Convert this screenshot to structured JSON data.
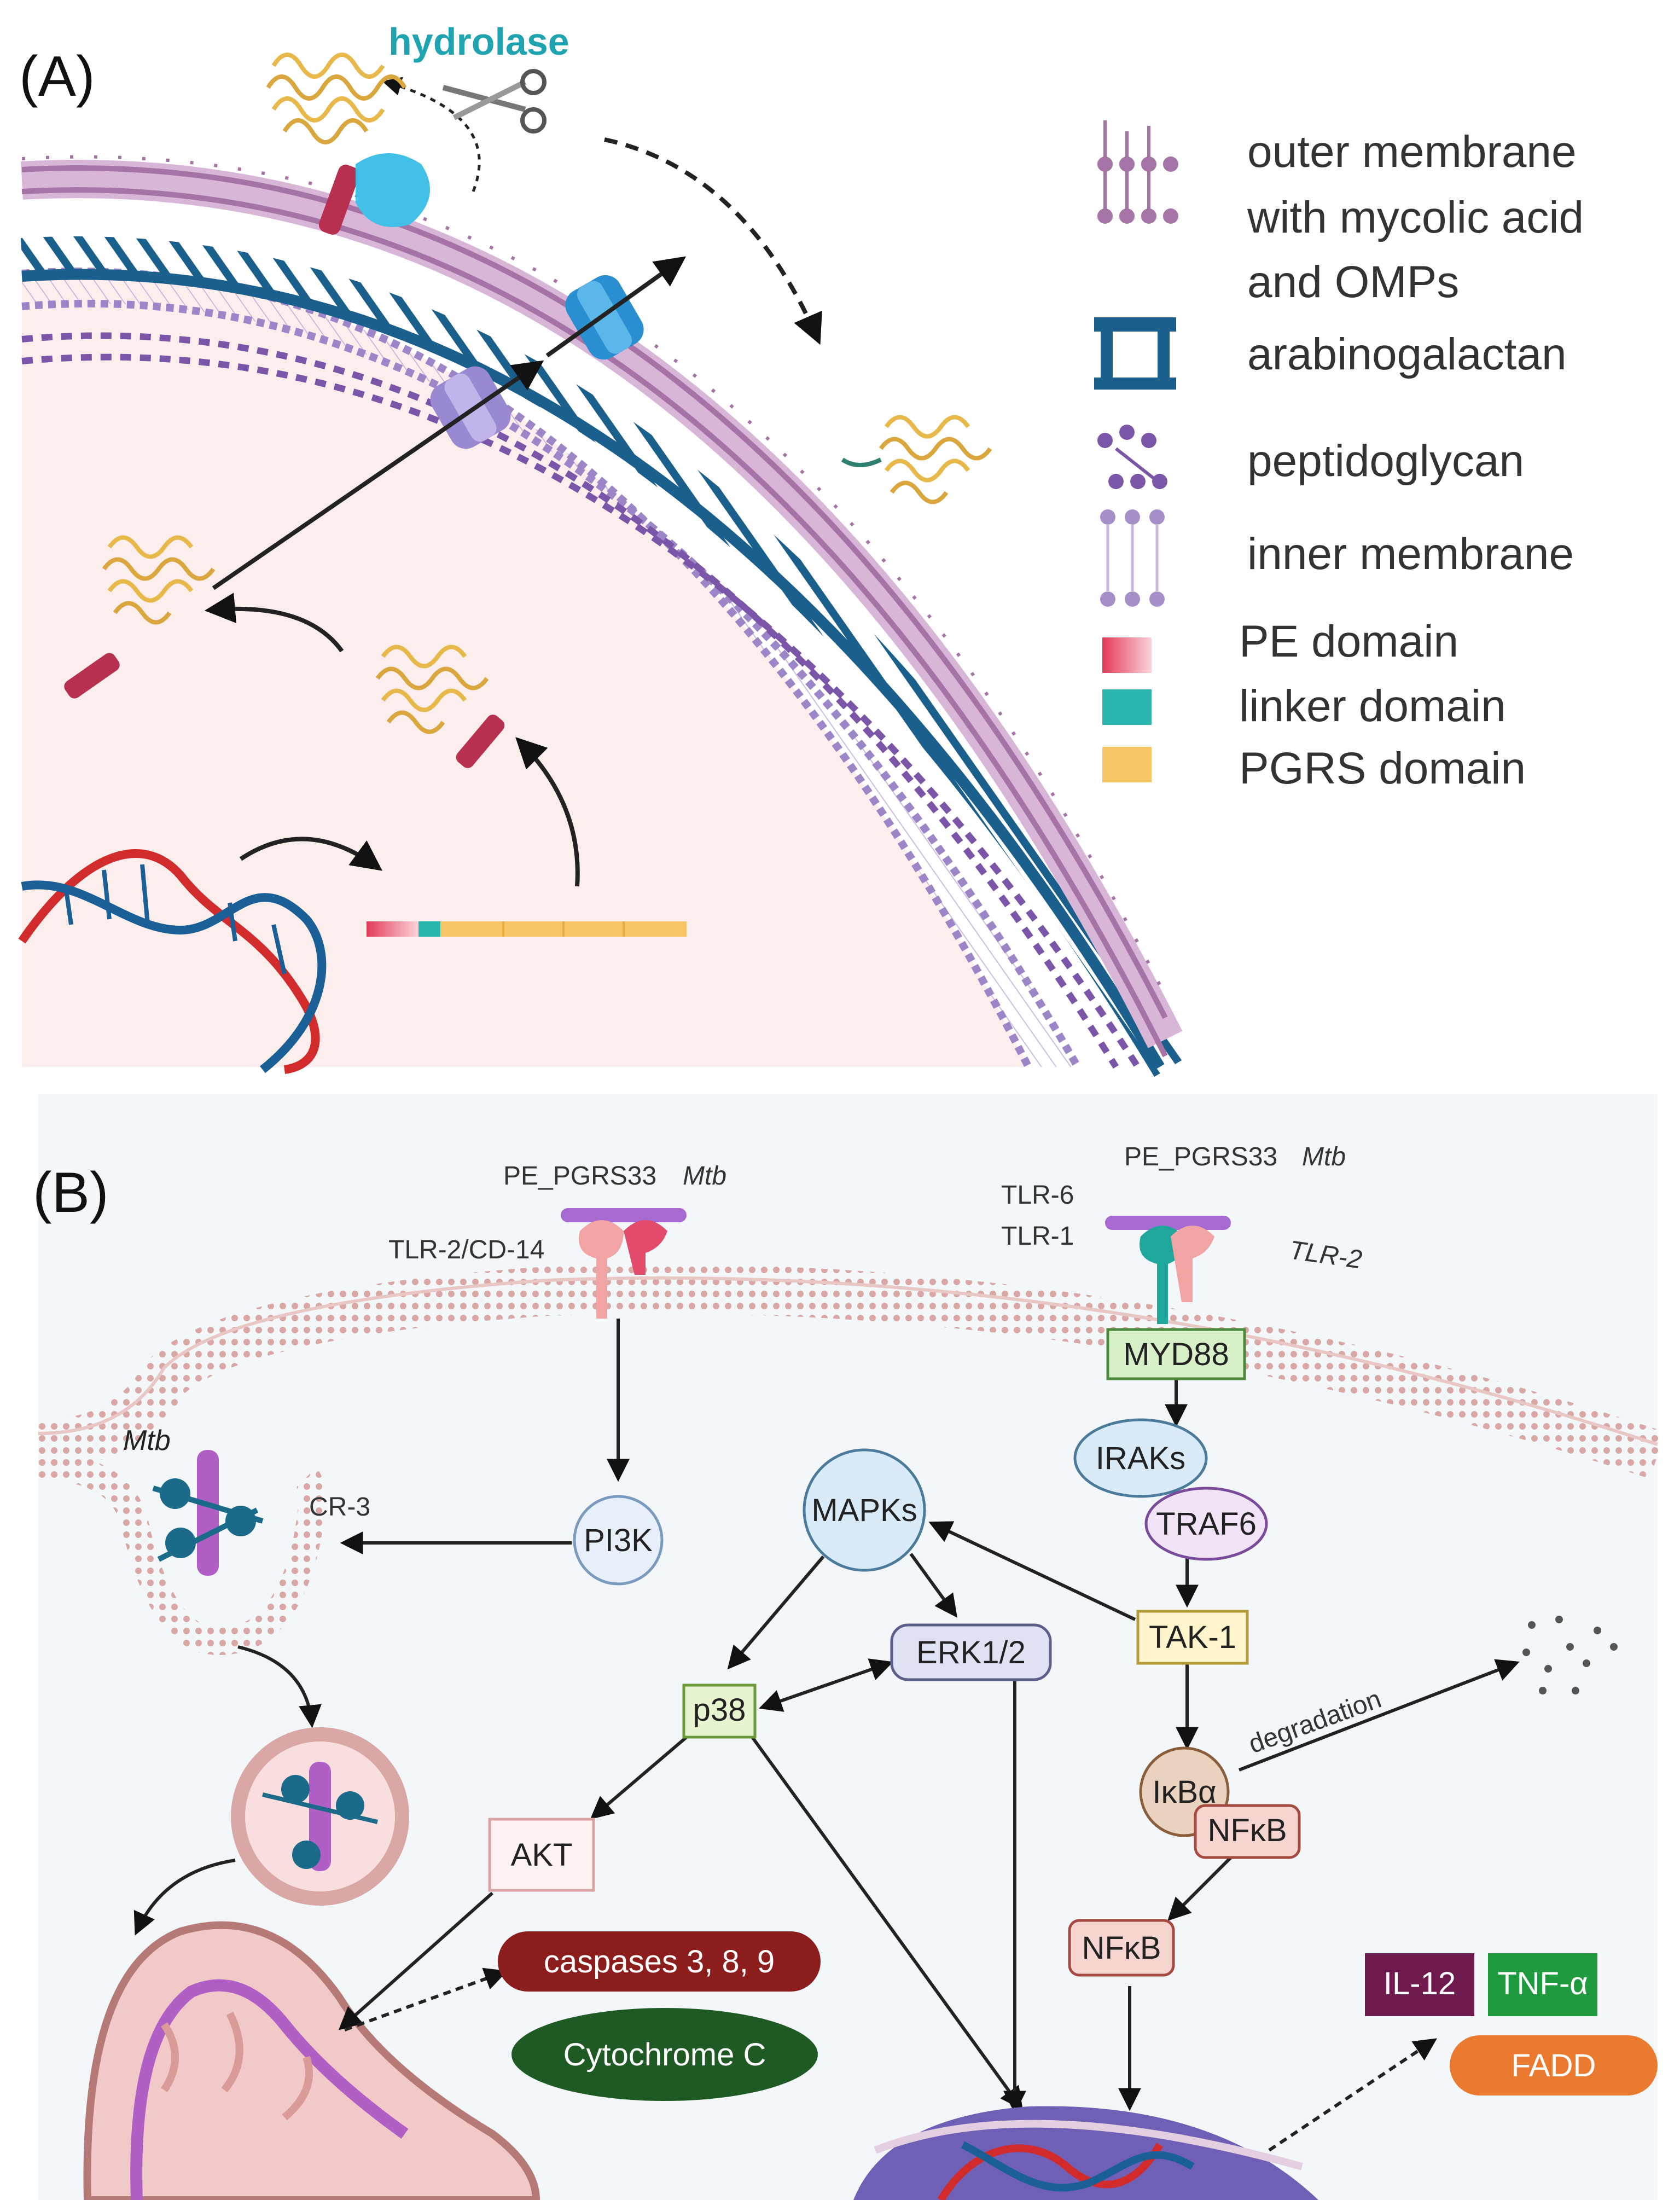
{
  "panel_a": {
    "letter": "(A)",
    "hydrolase_label": "hydrolase",
    "legend": [
      {
        "text": "outer membrane",
        "icon": "outer-membrane-icon"
      },
      {
        "text": "with mycolic acid"
      },
      {
        "text": "and OMPs"
      },
      {
        "text": "arabinogalactan",
        "icon": "arabinogalactan-icon"
      },
      {
        "text": "peptidoglycan",
        "icon": "peptidoglycan-icon"
      },
      {
        "text": "inner membrane",
        "icon": "inner-membrane-icon"
      },
      {
        "text": "PE domain",
        "icon": "pe-domain-swatch",
        "color": "#e85a6e"
      },
      {
        "text": "linker domain",
        "icon": "linker-domain-swatch",
        "color": "#2ab5ae"
      },
      {
        "text": "PGRS domain",
        "icon": "pgrs-domain-swatch",
        "color": "#f6c667"
      }
    ],
    "colors": {
      "outer_membrane": "#a673a6",
      "arabinogalactan": "#1b5f8c",
      "peptidoglycan": "#7a55a8",
      "inner_membrane": "#b9a2d6",
      "cytoplasm": "#fdeeee",
      "hydrolase_text": "#1fa3b0"
    }
  },
  "panel_b": {
    "letter": "(B)",
    "pe_pgrs33_left": {
      "name": "PE_PGRS33",
      "species": "Mtb"
    },
    "pe_pgrs33_right": {
      "name": "PE_PGRS33",
      "species": "Mtb"
    },
    "receptors": {
      "tlr2_cd14": "TLR-2/CD-14",
      "tlr6": "TLR-6",
      "tlr1": "TLR-1",
      "tlr2": "TLR-2"
    },
    "mtb_label": "Mtb",
    "cr3_label": "CR-3",
    "nodes": {
      "myd88": "MYD88",
      "irak": "IRAKs",
      "traf6": "TRAF6",
      "tak1": "TAK-1",
      "mapks": "MAPKs",
      "pi3k": "PI3K",
      "erk": "ERK1/2",
      "p38": "p38",
      "akt": "AKT",
      "ikba": "IκBα",
      "nfkb_bound": "NFκB",
      "nfkb": "NFκB",
      "caspases": "caspases 3, 8, 9",
      "cytochrome": "Cytochrome C",
      "il12": "IL-12",
      "tnfa": "TNF-α",
      "fadd": "FADD"
    },
    "degradation_label": "degradation",
    "colors": {
      "background": "#f3f7fa",
      "membrane": "#d4a6a3",
      "myd88_fill": "#d7f0c8",
      "p38_fill": "#e6f4d0",
      "tak1_fill": "#fff5cc",
      "mapks_fill": "#d9ebf8",
      "caspases_fill": "#8b1d1d",
      "cytochrome_fill": "#1f5a24",
      "il12_fill": "#6e1a4f",
      "tnfa_fill": "#1f9a3e",
      "fadd_fill": "#ea7a30",
      "nucleus": "#6f60b5",
      "mitochondrion": "#f2c9c9"
    }
  }
}
